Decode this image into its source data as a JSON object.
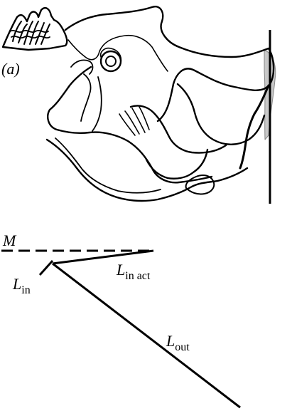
{
  "panel": {
    "label": "(a)"
  },
  "legend": {
    "M": "M",
    "L_in": {
      "base": "L",
      "sub": "in"
    },
    "L_in_act": {
      "base": "L",
      "sub": "in act"
    },
    "L_out": {
      "base": "L",
      "sub": "out"
    }
  },
  "colors": {
    "ink": "#000000",
    "shade": "#c8c8c8",
    "background": "#ffffff"
  }
}
